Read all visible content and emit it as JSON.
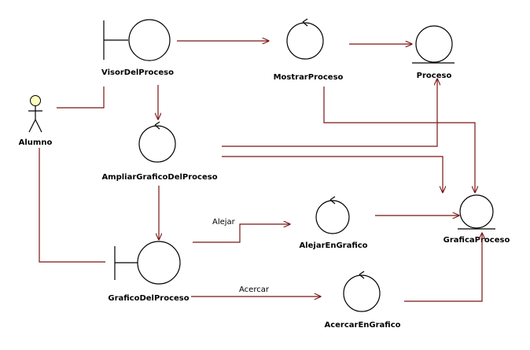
{
  "colors": {
    "edge": "#7a1515",
    "actor_head": "#ffffc0",
    "symbol": "#000000"
  },
  "actor": {
    "label": "Alumno",
    "icon": "stick-figure-actor-icon"
  },
  "boundaries": {
    "visor": {
      "label": "VisorDelProceso",
      "icon": "boundary-object-icon"
    },
    "grafico": {
      "label": "GraficoDelProceso",
      "icon": "boundary-object-icon"
    }
  },
  "controls": {
    "mostrar": {
      "label": "MostrarProceso",
      "icon": "control-object-icon"
    },
    "ampliar": {
      "label": "AmpliarGraficoDelProceso",
      "icon": "control-object-icon"
    },
    "alejar": {
      "label": "AlejarEnGrafico",
      "icon": "control-object-icon"
    },
    "acercar": {
      "label": "AcercarEnGrafico",
      "icon": "control-object-icon"
    }
  },
  "entities": {
    "proceso": {
      "label": "Proceso",
      "icon": "entity-object-icon"
    },
    "grafica": {
      "label": "GraficaProceso",
      "icon": "entity-object-icon"
    }
  },
  "edge_labels": {
    "alejar": "Alejar",
    "acercar": "Acercar"
  }
}
